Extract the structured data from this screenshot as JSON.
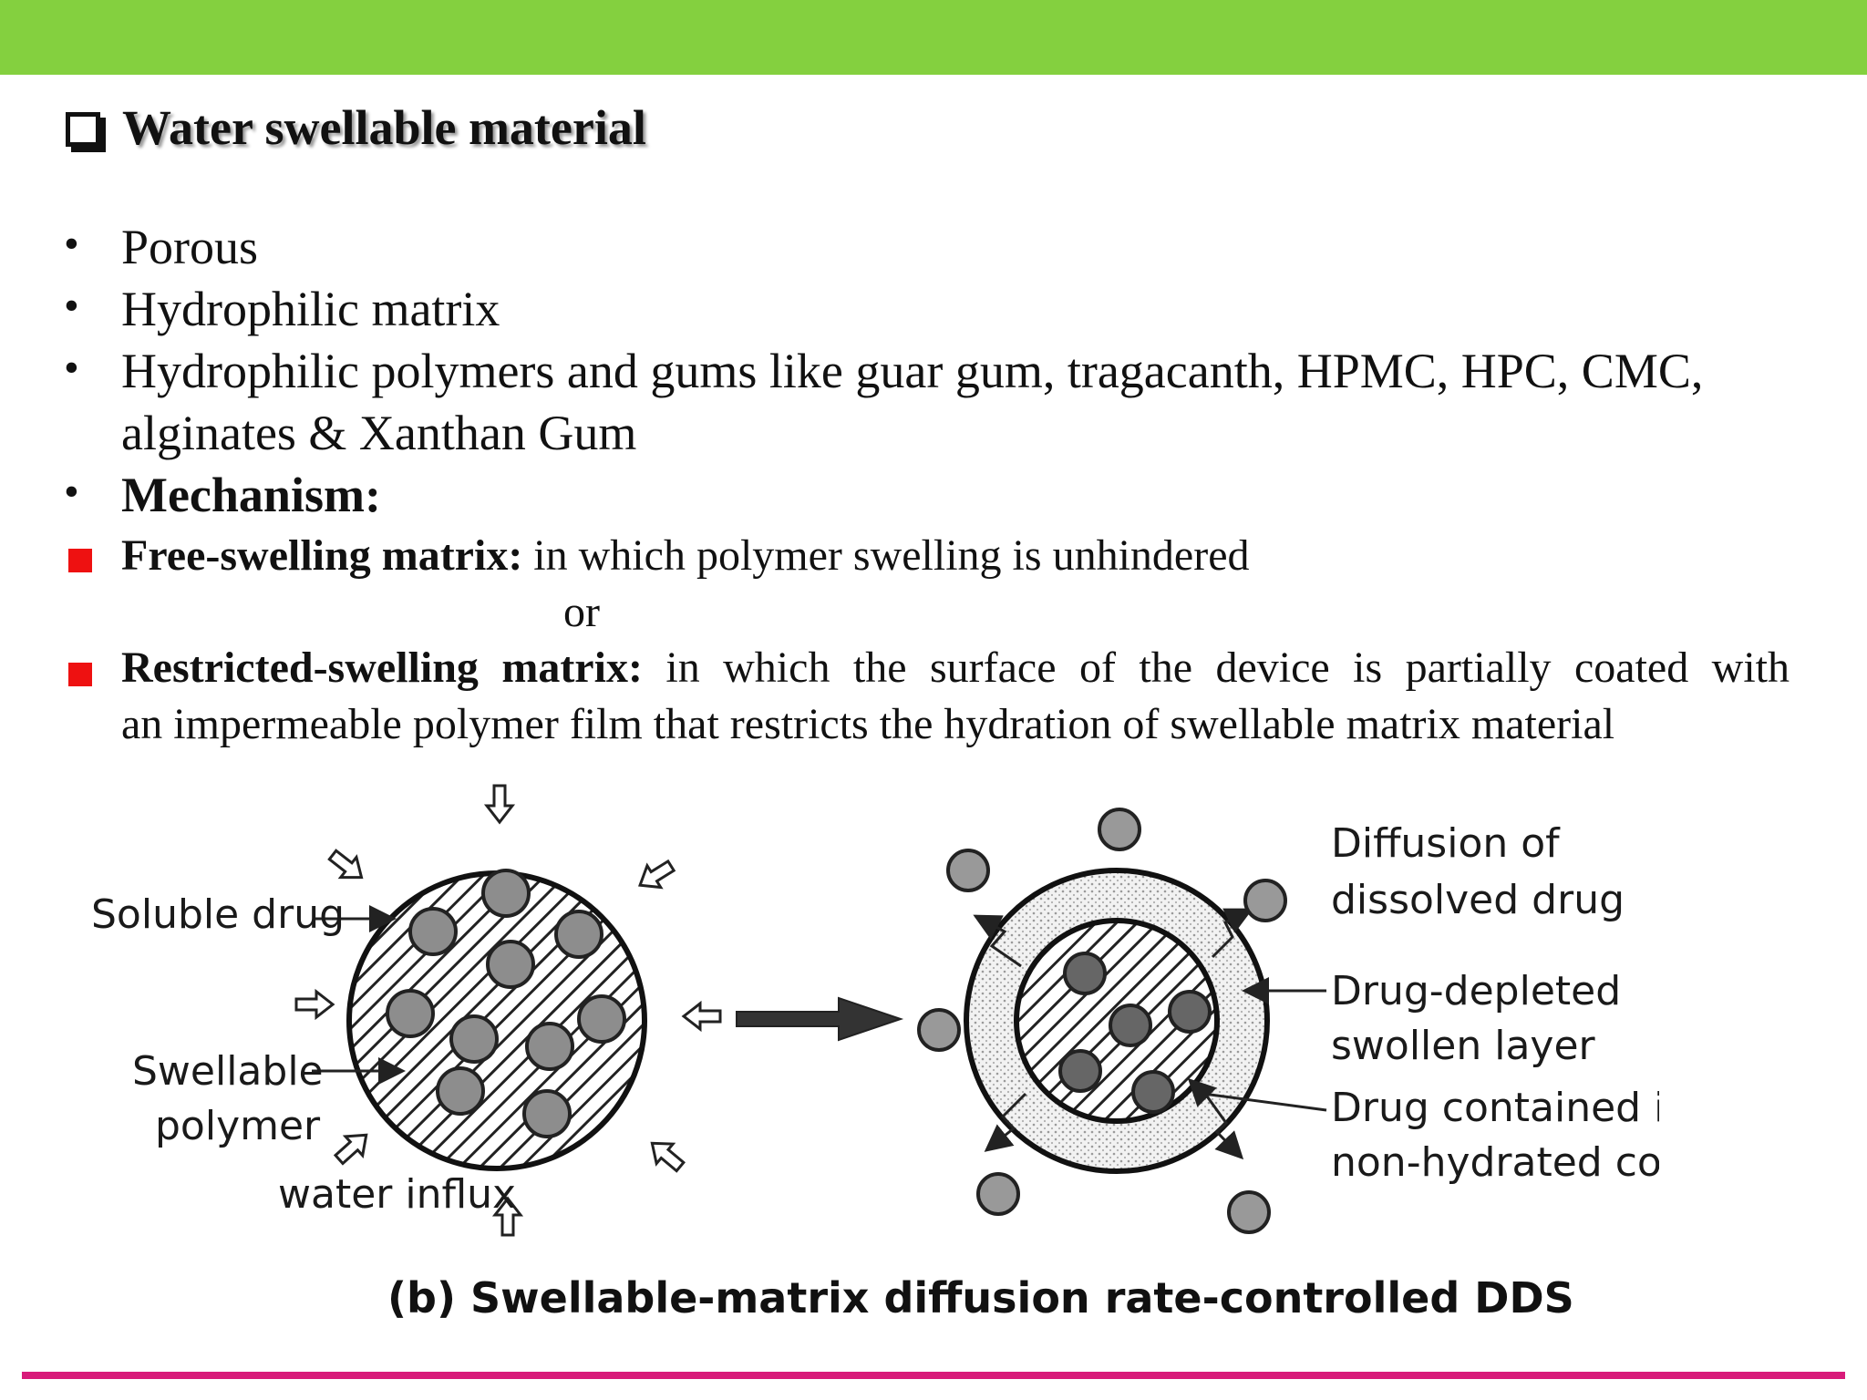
{
  "heading": {
    "text": "Water swellable material"
  },
  "bullets": [
    {
      "text": "Porous"
    },
    {
      "text": "Hydrophilic matrix"
    },
    {
      "text_line1": "Hydrophilic polymers and gums like guar gum, tragacanth, HPMC, HPC, CMC,",
      "text_line2": "alginates & Xanthan Gum"
    },
    {
      "text": "Mechanism:"
    }
  ],
  "mechanisms": {
    "free": {
      "term": "Free-swelling matrix:",
      "desc": "in which polymer swelling is unhindered"
    },
    "or": "or",
    "restricted": {
      "term": "Restricted-swelling matrix:",
      "desc_line1": "in which the surface of the device is partially coated with",
      "desc_line2": "an impermeable polymer film that restricts the hydration of swellable matrix material"
    }
  },
  "diagram": {
    "labels": {
      "soluble_drug": "Soluble drug",
      "swellable": "Swellable",
      "polymer": "polymer",
      "water_influx": "water influx",
      "diffusion_1": "Diffusion of",
      "diffusion_2": "dissolved drug",
      "depleted_1": "Drug-depleted",
      "depleted_2": "swollen layer",
      "core_1": "Drug contained in",
      "core_2": "non-hydrated core"
    },
    "caption": "(b) Swellable-matrix diffusion rate-controlled DDS"
  },
  "colors": {
    "top_bar": "#84d03f",
    "bottom_line": "#d81b7a",
    "marker": "#ee1111"
  }
}
